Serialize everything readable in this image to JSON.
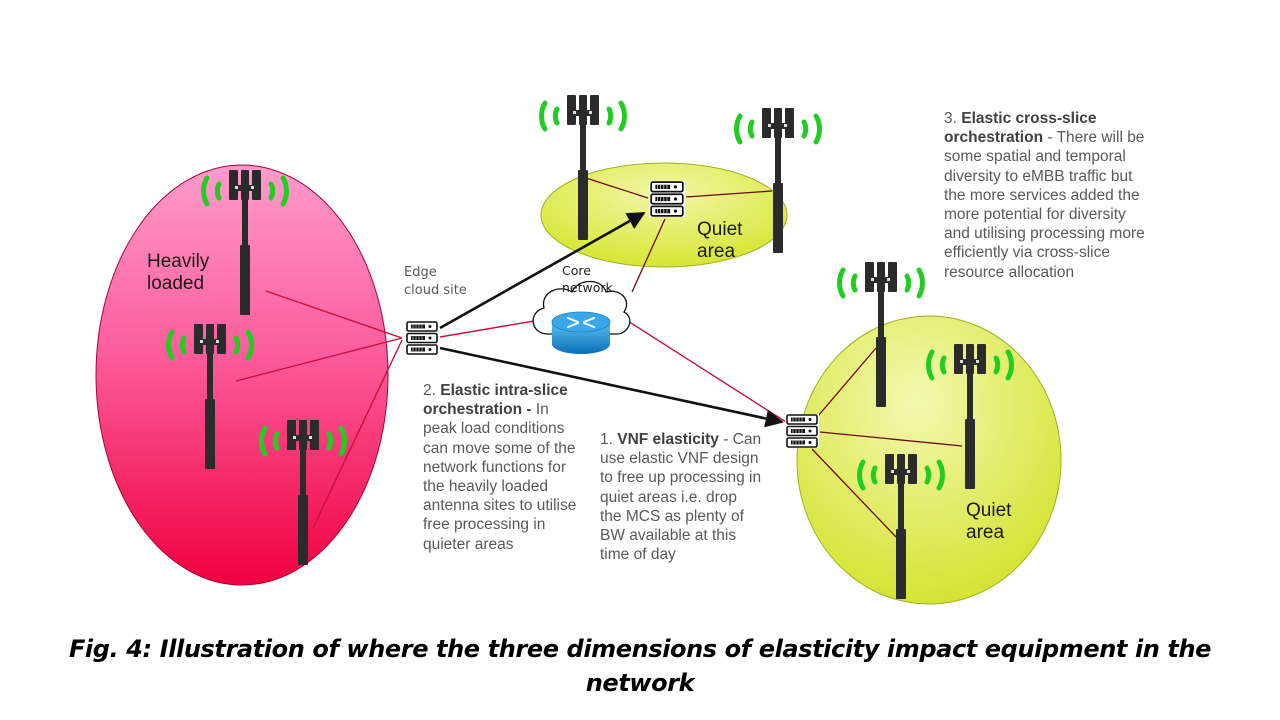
{
  "zones": {
    "heavily_loaded": {
      "label_line1": "Heavily",
      "label_line2": "loaded",
      "fill_top": "#ff99c8",
      "fill_bottom": "#f0004a"
    },
    "quiet_top": {
      "label_line1": "Quiet",
      "label_line2": "area",
      "fill": "#e2f06a"
    },
    "quiet_right": {
      "label_line1": "Quiet",
      "label_line2": "area",
      "fill": "#e2f06a"
    }
  },
  "nodes": {
    "edge_cloud": {
      "label_line1": "Edge",
      "label_line2": "cloud site",
      "icon": "server-rack-icon"
    },
    "core_network": {
      "label_line1": "Core",
      "label_line2": "network",
      "icon": "router-cloud-icon"
    },
    "quiet_top_server": {
      "icon": "server-rack-icon"
    },
    "quiet_right_server": {
      "icon": "server-rack-icon"
    },
    "antenna_icon": "cell-tower-icon"
  },
  "annotations": {
    "vnf": {
      "number": "1.",
      "title": "VNF elasticity",
      "lines": [
        "- Can",
        "use elastic VNF design",
        "to free up processing in",
        "quiet areas i.e. drop",
        "the MCS as plenty of",
        "BW available at this",
        "time of day"
      ]
    },
    "intra_slice": {
      "number": "2.",
      "title_line1": "Elastic intra-slice",
      "title_line2": "orchestration -",
      "lines": [
        "In",
        "peak load conditions",
        "can move some of the",
        "network functions for",
        "the heavily loaded",
        "antenna sites to utilise",
        "free processing in",
        "quieter areas"
      ]
    },
    "cross_slice": {
      "number": "3.",
      "title_line1": "Elastic cross-slice",
      "title_line2": "orchestration",
      "lines": [
        "- There will be",
        "some spatial and temporal",
        "diversity to eMBB traffic but",
        "the more services added the",
        "more potential for diversity",
        "and utilising processing more",
        "efficiently via cross-slice",
        "resource allocation"
      ]
    }
  },
  "colors": {
    "link_red": "#c8103c",
    "link_dark": "#6b0a14",
    "arrow": "#111111",
    "signal_green": "#22cc22",
    "tower": "#2b2b2b"
  },
  "caption": {
    "line1": "Fig. 4: Illustration of where the three dimensions of elasticity impact equipment in the",
    "line2": "network"
  }
}
